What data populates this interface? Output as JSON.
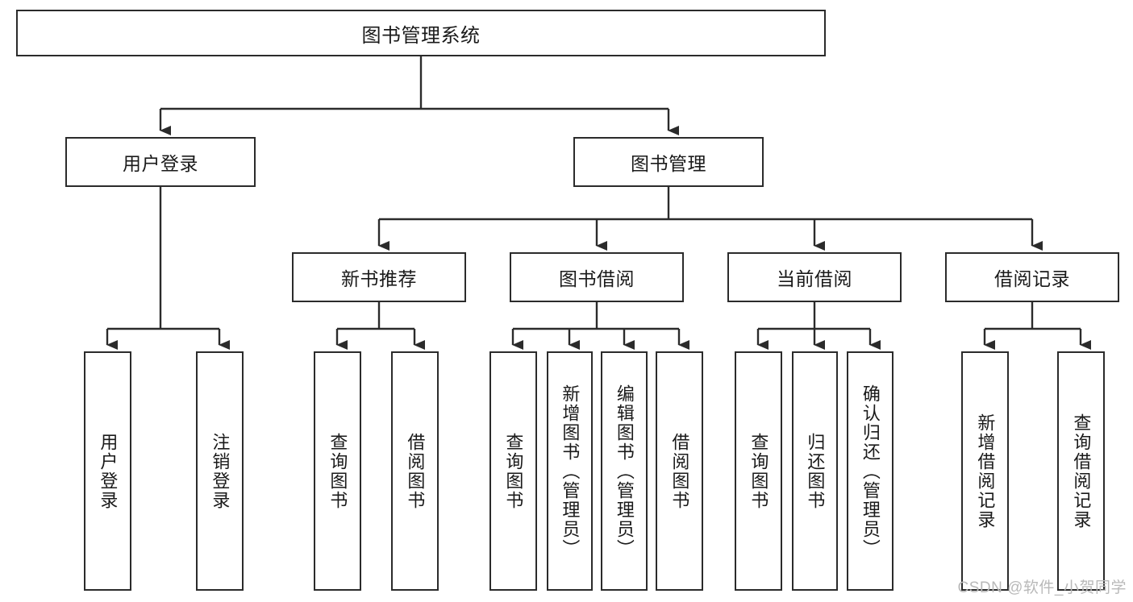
{
  "diagram": {
    "title": "图书管理系统",
    "watermark": "CSDN @软件_小贺同学",
    "colors": {
      "stroke": "#2b2b2b",
      "fill": "#ffffff",
      "text": "#1a1a1a",
      "watermark": "#b9b9b9"
    },
    "root": {
      "label": "图书管理系统"
    },
    "level2": [
      {
        "label": "用户登录"
      },
      {
        "label": "图书管理"
      }
    ],
    "level3": [
      {
        "label": "新书推荐"
      },
      {
        "label": "图书借阅"
      },
      {
        "label": "当前借阅"
      },
      {
        "label": "借阅记录"
      }
    ],
    "leaves": {
      "user_login": [
        {
          "label": "用户登录"
        },
        {
          "label": "注销登录"
        }
      ],
      "new_book": [
        {
          "label": "查询图书"
        },
        {
          "label": "借阅图书"
        }
      ],
      "borrow_book": [
        {
          "label": "查询图书"
        },
        {
          "label": "新增图书（管理员）"
        },
        {
          "label": "编辑图书（管理员）"
        },
        {
          "label": "借阅图书"
        }
      ],
      "current_borrow": [
        {
          "label": "查询图书"
        },
        {
          "label": "归还图书"
        },
        {
          "label": "确认归还（管理员）"
        }
      ],
      "borrow_record": [
        {
          "label": "新增借阅记录"
        },
        {
          "label": "查询借阅记录"
        }
      ]
    }
  }
}
